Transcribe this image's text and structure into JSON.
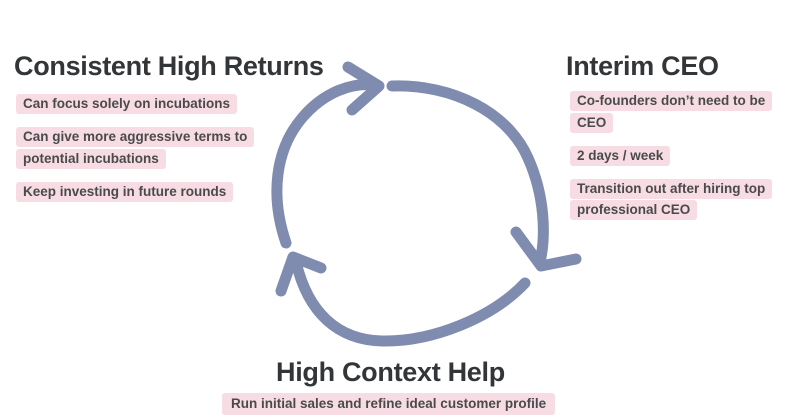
{
  "diagram": {
    "type": "cycle",
    "palette": {
      "arrow": "#7f8cb0",
      "highlight": "#f7dde3",
      "heading_text": "#333638",
      "body_text": "#4a4a4c",
      "background": "#ffffff"
    },
    "nodes": [
      {
        "id": "consistent-high-returns",
        "position": "top-left",
        "title": "Consistent High Returns",
        "bullets": [
          "Can focus solely on incubations",
          "Can give more aggressive terms to potential incubations",
          "Keep investing in future rounds"
        ]
      },
      {
        "id": "interim-ceo",
        "position": "top-right",
        "title": "Interim CEO",
        "bullets": [
          "Co-founders don’t need to be CEO",
          "2 days / week",
          "Transition out after hiring top professional CEO"
        ]
      },
      {
        "id": "high-context-help",
        "position": "bottom",
        "title": "High Context Help",
        "bullets": [
          "Run initial sales and refine ideal customer profile"
        ]
      }
    ],
    "arrows": [
      {
        "id": "arrow-left-up",
        "from": "high-context-help",
        "to": "consistent-high-returns",
        "direction": "clockwise",
        "icon": "curved-arrow-icon"
      },
      {
        "id": "arrow-top-right",
        "from": "consistent-high-returns",
        "to": "interim-ceo",
        "direction": "clockwise",
        "icon": "curved-arrow-icon"
      },
      {
        "id": "arrow-bottom-left",
        "from": "interim-ceo",
        "to": "high-context-help",
        "direction": "clockwise",
        "icon": "curved-arrow-icon"
      }
    ]
  }
}
